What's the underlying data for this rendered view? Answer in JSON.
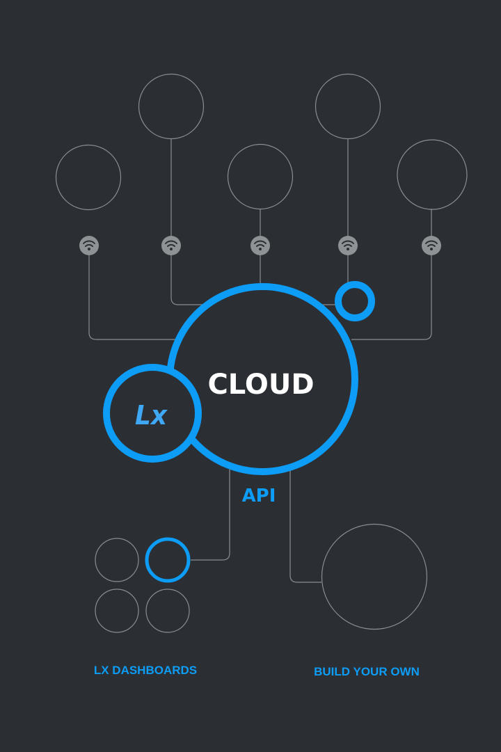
{
  "diagram": {
    "center_label": "CLOUD",
    "logo_label": "LX",
    "api_label": "API",
    "dashboards_label": "LX DASHBOARDS",
    "build_label": "BUILD YOUR OWN"
  },
  "devices": [
    {
      "icon": "wifi-icon"
    },
    {
      "icon": "wifi-icon"
    },
    {
      "icon": "wifi-icon"
    },
    {
      "icon": "wifi-icon"
    },
    {
      "icon": "wifi-icon"
    }
  ],
  "colors": {
    "background": "#2b2f33",
    "accent": "#0d9cf6",
    "line": "#8a8d91",
    "wifi_badge": "#8f9295",
    "text": "#ffffff"
  }
}
